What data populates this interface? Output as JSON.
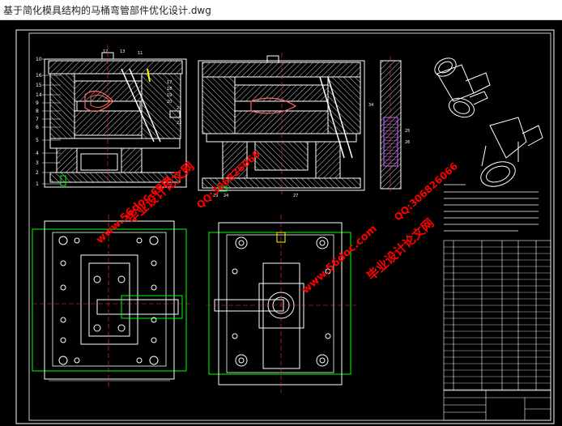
{
  "window": {
    "title": "基于简化模具结构的马桶弯管部件优化设计.dwg"
  },
  "colors": {
    "background": "#000000",
    "linework": "#ffffff",
    "outline": "#00ff00",
    "hatch": "#ffffff",
    "center": "#ff3333",
    "accent": "#ffff00",
    "watermark": "#ff0000"
  },
  "drawing": {
    "part_numbers_left": [
      "10",
      "16",
      "15",
      "14",
      "9",
      "8",
      "7",
      "6",
      "5",
      "4",
      "3",
      "2",
      "1"
    ],
    "part_numbers_top": [
      "12",
      "13",
      "11"
    ],
    "part_numbers_right": [
      "17",
      "18",
      "19",
      "20",
      "21",
      "22"
    ],
    "part_numbers_center_bottom": [
      "23",
      "24",
      "27"
    ],
    "part_numbers_side": [
      "34",
      "25",
      "26"
    ]
  },
  "watermarks": [
    {
      "text": "毕业设计论文网"
    },
    {
      "text": "QQ:306826066"
    },
    {
      "text": "www.56doc.com"
    },
    {
      "text": "QQ:306826066"
    },
    {
      "text": "www.56doc.com"
    },
    {
      "text": "毕业设计论文网"
    }
  ]
}
